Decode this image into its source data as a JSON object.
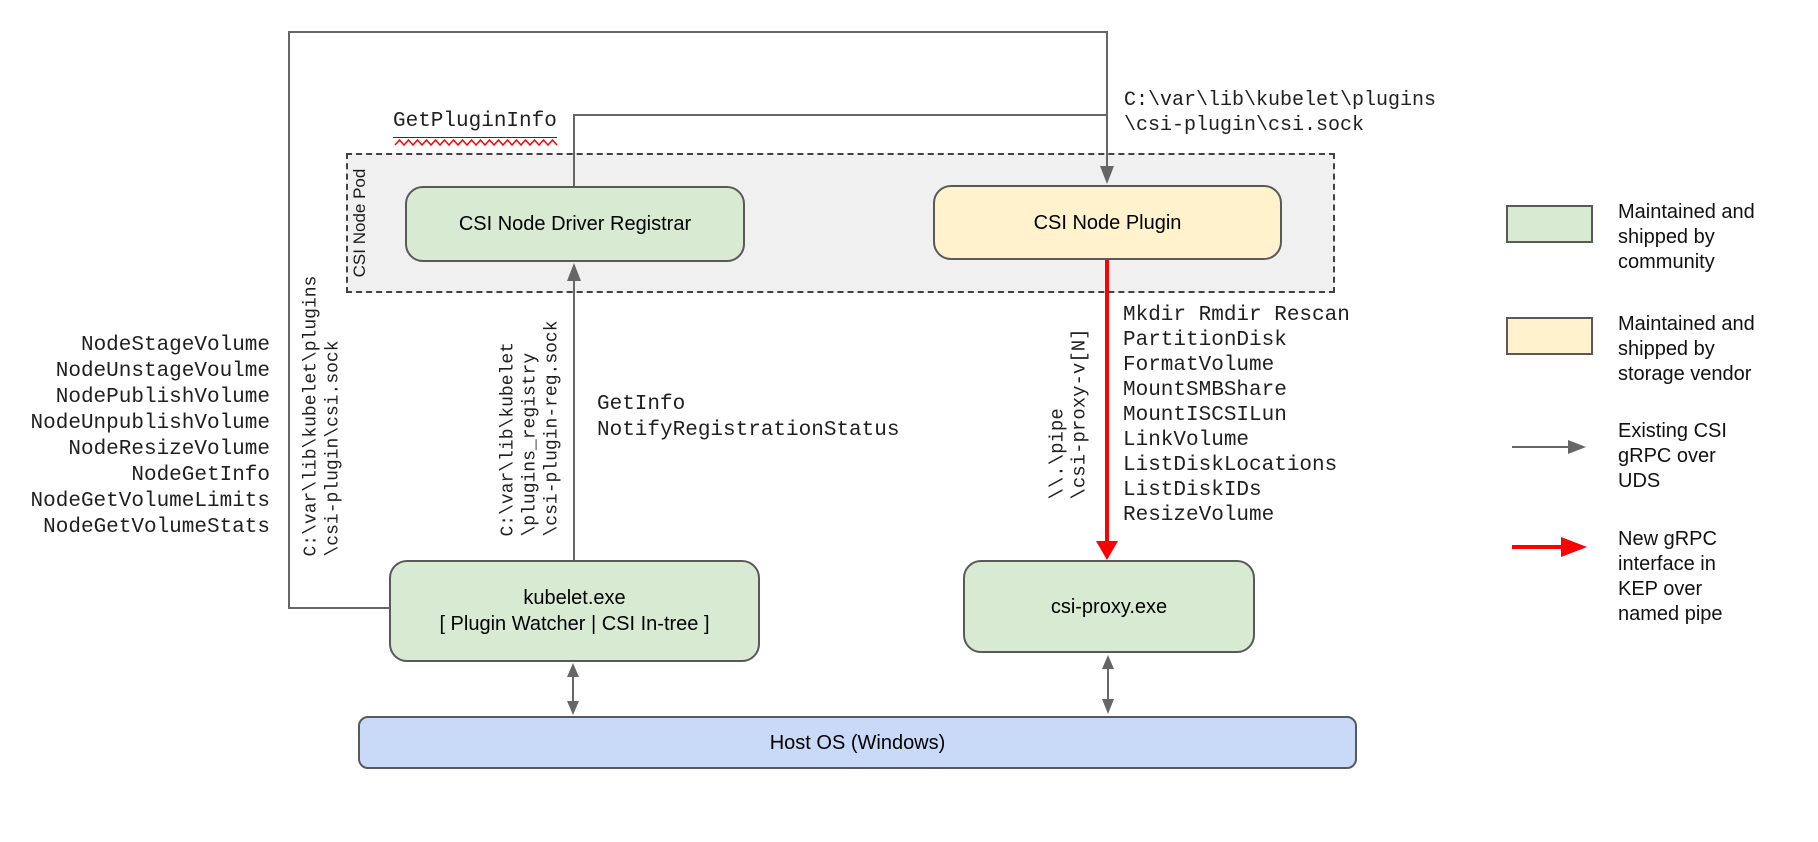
{
  "colors": {
    "green": "#d9ead3",
    "yellow": "#fff2cc",
    "blue": "#c9daf8",
    "pod_fill": "#f0f0f0",
    "border": "#595959",
    "line": "#666666",
    "red": "#ff0000"
  },
  "pod": {
    "label": "CSI Node Pod"
  },
  "boxes": {
    "registrar": "CSI Node Driver Registrar",
    "plugin": "CSI Node Plugin",
    "kubelet": "kubelet.exe\n[ Plugin Watcher | CSI In-tree ]",
    "csi_proxy": "csi-proxy.exe",
    "host_os": "Host OS (Windows)"
  },
  "labels": {
    "get_plugin_info": "GetPluginInfo",
    "csi_sock_path": "C:\\var\\lib\\kubelet\\plugins\n\\csi-plugin\\csi.sock",
    "csi_sock_path_vertical": "C:\\var\\lib\\kubelet\\plugins\n\\csi-plugin\\csi.sock",
    "registration_sock_path": "C:\\var\\lib\\kubelet\n\\plugins_registry\n\\csi-plugin-reg.sock",
    "named_pipe": "\\\\.\\pipe\n\\csi-proxy-v[N]",
    "registration_calls": "GetInfo\nNotifyRegistrationStatus"
  },
  "kubelet_csi_methods": [
    "NodeStageVolume",
    "NodeUnstageVoulme",
    "NodePublishVolume",
    "NodeUnpublishVolume",
    "NodeResizeVolume",
    "NodeGetInfo",
    "NodeGetVolumeLimits",
    "NodeGetVolumeStats"
  ],
  "csi_proxy_methods": [
    "Mkdir Rmdir Rescan",
    "PartitionDisk",
    "FormatVolume",
    "MountSMBShare",
    "MountISCSILun",
    "LinkVolume",
    "ListDiskLocations",
    "ListDiskIDs",
    "ResizeVolume"
  ],
  "legend": {
    "community": "Maintained and\nshipped by\ncommunity",
    "vendor": "Maintained and\nshipped by\nstorage vendor",
    "uds": "Existing CSI\ngRPC over\nUDS",
    "pipe": "New gRPC\ninterface in\nKEP over\nnamed pipe"
  }
}
